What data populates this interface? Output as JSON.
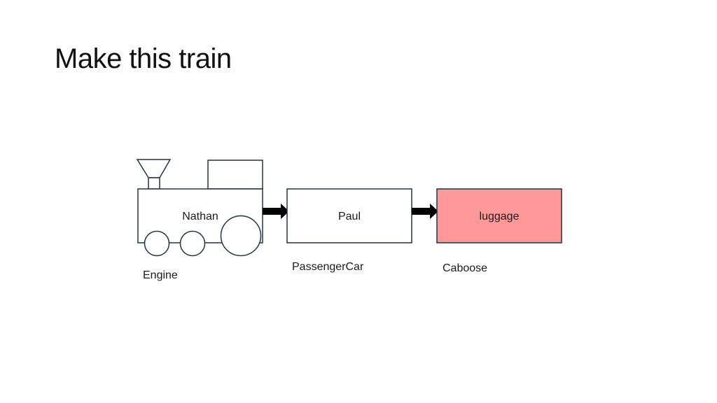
{
  "slide": {
    "title": "Make this train"
  },
  "train": {
    "engine": {
      "name": "Nathan",
      "caption": "Engine"
    },
    "passenger_car": {
      "name": "Paul",
      "caption": "PassengerCar"
    },
    "caboose": {
      "name": "luggage",
      "caption": "Caboose"
    }
  },
  "colors": {
    "outline": "#1f3445",
    "caboose_fill": "#ff9999",
    "arrow": "#000000",
    "text": "#1a1a1a"
  }
}
